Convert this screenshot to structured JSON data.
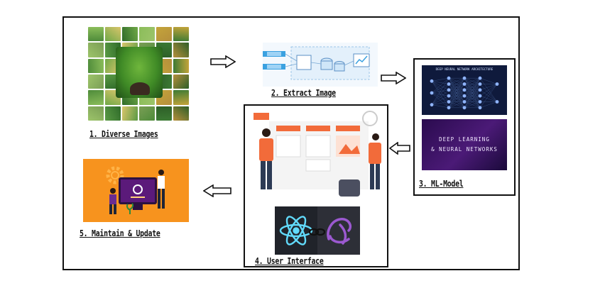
{
  "steps": {
    "s1": "1. Diverse Images",
    "s2": "2. Extract Image",
    "s3": "3. ML-Model",
    "s4": "4. User Interface",
    "s5": "5. Maintain & Update"
  },
  "ml_images": {
    "nn_title": "DEEP NEURAL NETWORK ARCHITECTURE",
    "dl_line1": "DEEP LEARNING",
    "dl_line2": "& NEURAL NETWORKS"
  },
  "colors": {
    "accent_orange": "#f7931e",
    "ui_orange": "#f26b3a",
    "react_cyan": "#61dafb",
    "redux_purple": "#9b59d0"
  }
}
